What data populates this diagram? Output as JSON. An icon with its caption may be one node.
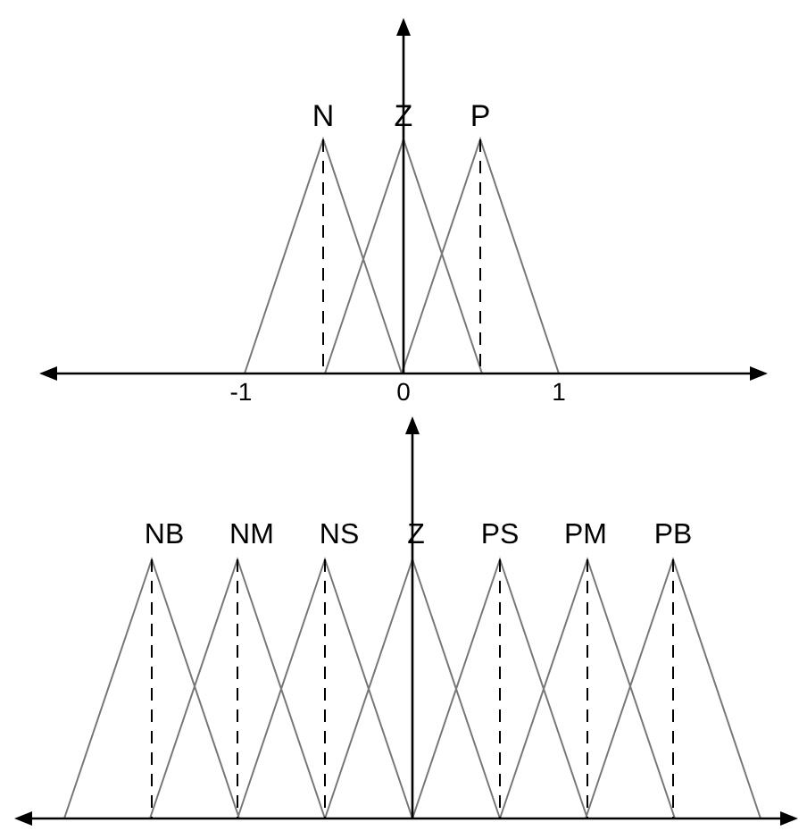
{
  "diagram": {
    "labels": [
      "N",
      "Z",
      "P",
      "-1",
      "0",
      "1",
      "NB",
      "NM",
      "NS",
      "Z",
      "PS",
      "PM",
      "PB"
    ]
  }
}
